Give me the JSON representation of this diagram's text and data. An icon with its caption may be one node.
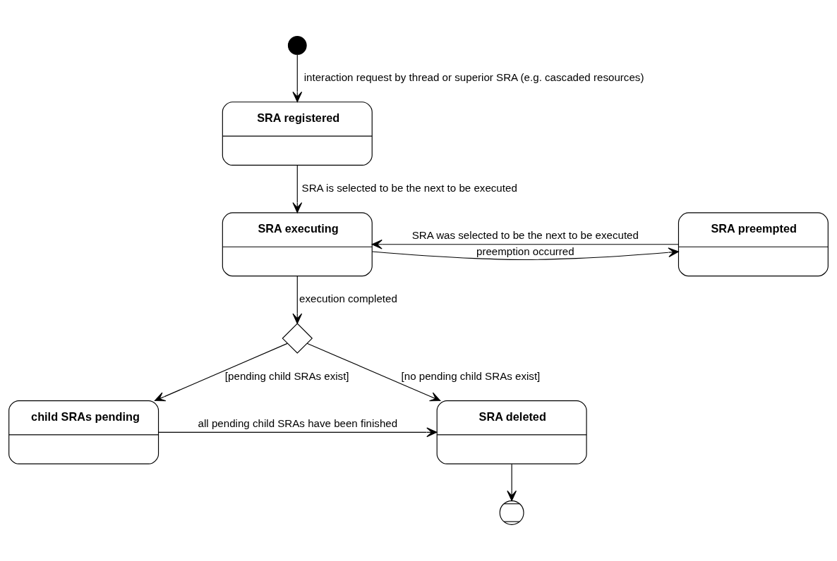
{
  "diagram": {
    "nodes": [
      {
        "text": [],
        "shape": "circle"
      },
      {
        "text": [
          "SRA registered"
        ]
      },
      {
        "text": [
          "SRA executing"
        ]
      },
      {
        "text": [
          "SRA preempted"
        ]
      },
      {
        "text": [],
        "shape": "diamond"
      },
      {
        "text": [
          "SRA deleted"
        ]
      },
      {
        "text": [
          "child SRAs pending"
        ]
      },
      {
        "text": [],
        "shape": "circle"
      }
    ],
    "edges": [
      {
        "from": 0,
        "to": 1,
        "arrow": "to",
        "label": "interaction request by thread or superior SRA (e.g. cascaded resources)"
      },
      {
        "from": 1,
        "to": 2,
        "arrow": "to",
        "label": "SRA is selected to be the next to be executed"
      },
      {
        "from": 2,
        "to": 3,
        "arrow": "to",
        "label": "preemption occurred"
      },
      {
        "from": 3,
        "to": 2,
        "arrow": "to",
        "label": "SRA was selected to be the next to be executed"
      },
      {
        "from": 2,
        "to": 4,
        "arrow": "to",
        "label": "execution completed"
      },
      {
        "from": 4,
        "to": 5,
        "arrow": "to",
        "label": "[no pending child SRAs exist]"
      },
      {
        "from": 4,
        "to": 6,
        "arrow": "to",
        "label": "[pending child SRAs exist]"
      },
      {
        "from": 6,
        "to": 5,
        "arrow": "to",
        "label": "all pending child SRAs have been finished"
      },
      {
        "from": 5,
        "to": 7,
        "arrow": "to"
      }
    ]
  }
}
